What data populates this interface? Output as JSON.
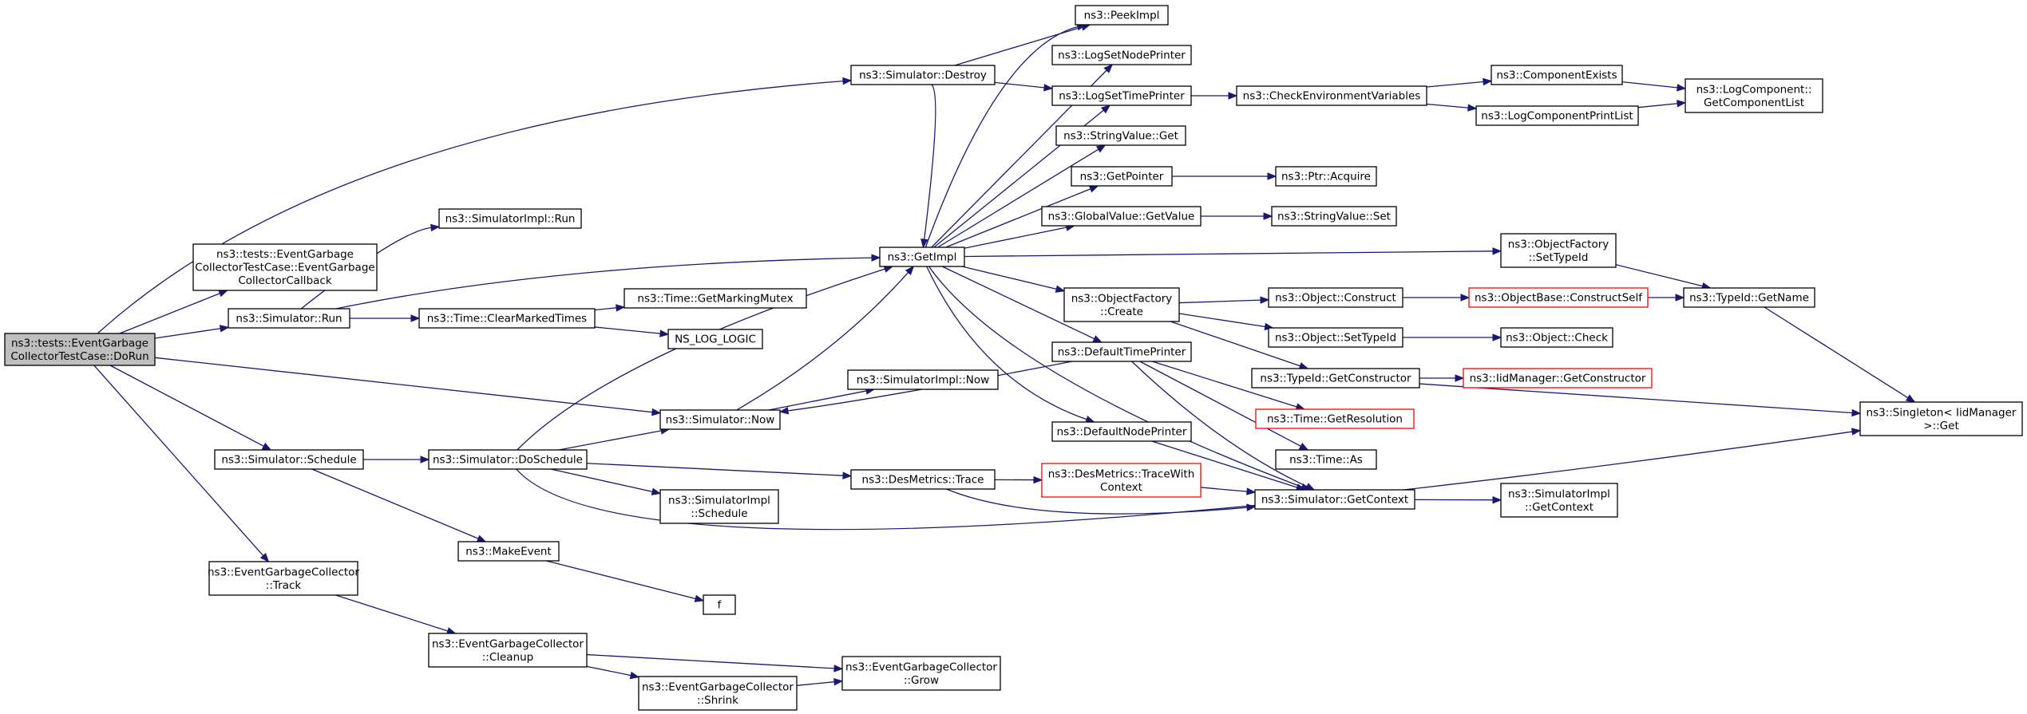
{
  "nodes": {
    "dorun": [
      "ns3::tests::EventGarbage",
      "CollectorTestCase::DoRun"
    ],
    "destroy": [
      "ns3::Simulator::Destroy"
    ],
    "peekimpl": [
      "ns3::PeekImpl"
    ],
    "lognode": [
      "ns3::LogSetNodePrinter"
    ],
    "logtime": [
      "ns3::LogSetTimePrinter"
    ],
    "checkenv": [
      "ns3::CheckEnvironmentVariables"
    ],
    "compexists": [
      "ns3::ComponentExists"
    ],
    "complist": [
      "ns3::LogComponent::",
      "GetComponentList"
    ],
    "printlist": [
      "ns3::LogComponentPrintList"
    ],
    "strget": [
      "ns3::StringValue::Get"
    ],
    "getpointer": [
      "ns3::GetPointer"
    ],
    "ptracquire": [
      "ns3::Ptr::Acquire"
    ],
    "gvget": [
      "ns3::GlobalValue::GetValue"
    ],
    "strset": [
      "ns3::StringValue::Set"
    ],
    "getimpl": [
      "ns3::GetImpl"
    ],
    "ofsettype": [
      "ns3::ObjectFactory",
      "::SetTypeId"
    ],
    "typegetname": [
      "ns3::TypeId::GetName"
    ],
    "ofcreate": [
      "ns3::ObjectFactory",
      "::Create"
    ],
    "objconstruct": [
      "ns3::Object::Construct"
    ],
    "obconstructself": [
      "ns3::ObjectBase::ConstructSelf"
    ],
    "objsettype": [
      "ns3::Object::SetTypeId"
    ],
    "objcheck": [
      "ns3::Object::Check"
    ],
    "deftimeprinter": [
      "ns3::DefaultTimePrinter"
    ],
    "typegetctor": [
      "ns3::TypeId::GetConstructor"
    ],
    "iidgetctor": [
      "ns3::IidManager::GetConstructor"
    ],
    "singleton": [
      "ns3::Singleton< IidManager",
      ">::Get"
    ],
    "timeres": [
      "ns3::Time::GetResolution"
    ],
    "timeas": [
      "ns3::Time::As"
    ],
    "defnodeprinter": [
      "ns3::DefaultNodePrinter"
    ],
    "simgetctx": [
      "ns3::Simulator::GetContext"
    ],
    "implgetctx": [
      "ns3::SimulatorImpl",
      "::GetContext"
    ],
    "dtwc": [
      "ns3::DesMetrics::TraceWith",
      "Context"
    ],
    "dmtrace": [
      "ns3::DesMetrics::Trace"
    ],
    "implnow": [
      "ns3::SimulatorImpl::Now"
    ],
    "simnow": [
      "ns3::Simulator::Now"
    ],
    "implrun": [
      "ns3::SimulatorImpl::Run"
    ],
    "egccb": [
      "ns3::tests::EventGarbage",
      "CollectorTestCase::EventGarbage",
      "CollectorCallback"
    ],
    "simrun": [
      "ns3::Simulator::Run"
    ],
    "clearmarked": [
      "ns3::Time::ClearMarkedTimes"
    ],
    "markmutex": [
      "ns3::Time::GetMarkingMutex"
    ],
    "nslog": [
      "NS_LOG_LOGIC"
    ],
    "schedule": [
      "ns3::Simulator::Schedule"
    ],
    "doschedule": [
      "ns3::Simulator::DoSchedule"
    ],
    "implschedule": [
      "ns3::SimulatorImpl",
      "::Schedule"
    ],
    "makeevent": [
      "ns3::MakeEvent"
    ],
    "f": [
      "f"
    ],
    "egctrack": [
      "ns3::EventGarbageCollector",
      "::Track"
    ],
    "egccleanup": [
      "ns3::EventGarbageCollector",
      "::Cleanup"
    ],
    "egcshrink": [
      "ns3::EventGarbageCollector",
      "::Shrink"
    ],
    "egcgrow": [
      "ns3::EventGarbageCollector",
      "::Grow"
    ]
  },
  "colors": {
    "edge": "#191970",
    "highlight_border": "#ff0000",
    "root_fill": "#bfbfbf"
  }
}
